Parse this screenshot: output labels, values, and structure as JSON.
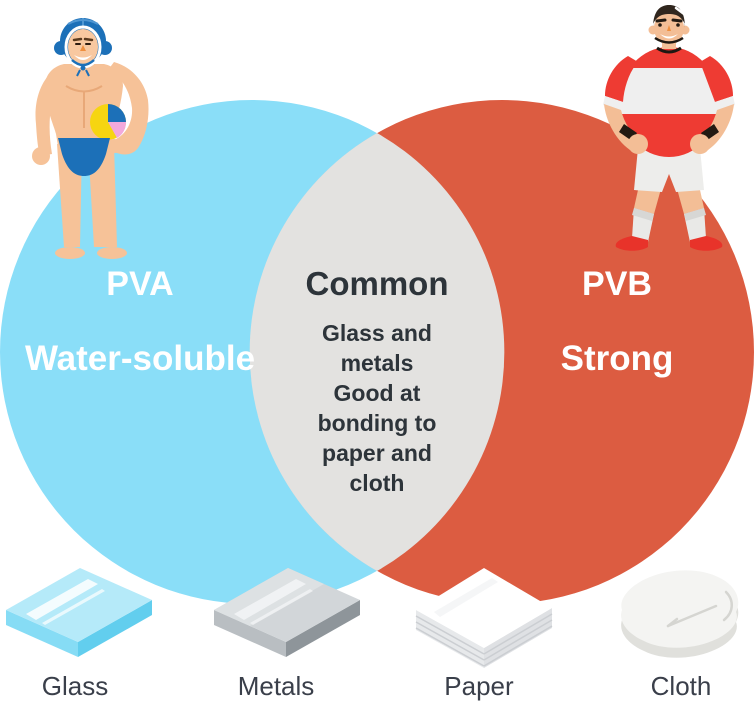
{
  "venn": {
    "left": {
      "title": "PVA",
      "subtitle": "Water-soluble"
    },
    "center": {
      "title": "Common",
      "lines": [
        "Glass and",
        "metals",
        "Good at",
        "bonding to",
        "paper and",
        "cloth"
      ]
    },
    "right": {
      "title": "PVB",
      "subtitle": "Strong"
    }
  },
  "materials": [
    {
      "label": "Glass"
    },
    {
      "label": "Metals"
    },
    {
      "label": "Paper"
    },
    {
      "label": "Cloth"
    }
  ],
  "icons": {
    "left_character": "water-polo-player-icon",
    "right_character": "rugby-player-icon",
    "glass": "glass-sheet-icon",
    "metals": "metal-sheet-icon",
    "paper": "paper-stack-icon",
    "cloth": "cloth-icon"
  },
  "colors": {
    "pva_circle": "#8adef8",
    "pvb_circle": "#dc5c41",
    "common_overlap": "#e3e2e0",
    "circle_text": "#ffffff",
    "common_text": "#2d343a",
    "label_text": "#3a3f4a"
  }
}
